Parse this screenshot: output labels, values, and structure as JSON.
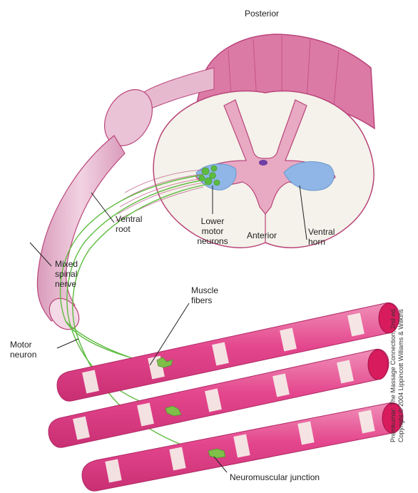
{
  "labels": {
    "posterior": "Posterior",
    "ventral_root": [
      "Ventral",
      "root"
    ],
    "lower_motor_neurons": [
      "Lower",
      "motor",
      "neurons"
    ],
    "anterior": "Anterior",
    "ventral_horn": [
      "Ventral",
      "horn"
    ],
    "mixed_spinal_nerve": [
      "Mixed",
      "spinal",
      "nerve"
    ],
    "muscle_fibers": [
      "Muscle",
      "fibers"
    ],
    "motor_neuron": [
      "Motor",
      "neuron"
    ],
    "neuromuscular_junction": "Neuromuscular junction"
  },
  "credit": [
    "Premkumar: The Massage Connection, 2nd ed.",
    "Copyright © 2004 Lippincott Williams & Wilkins"
  ],
  "colors": {
    "white_matter": "#f4f2ea",
    "gray_matter": "#e8a9c3",
    "cord_outline": "#b9457a",
    "nerve_pink": "#e7b9cf",
    "ventral_horn_blue": "#8fb6e6",
    "neuron_green": "#5dbb3f",
    "muscle_pink": "#e4468d",
    "muscle_end": "#d81b5c"
  }
}
